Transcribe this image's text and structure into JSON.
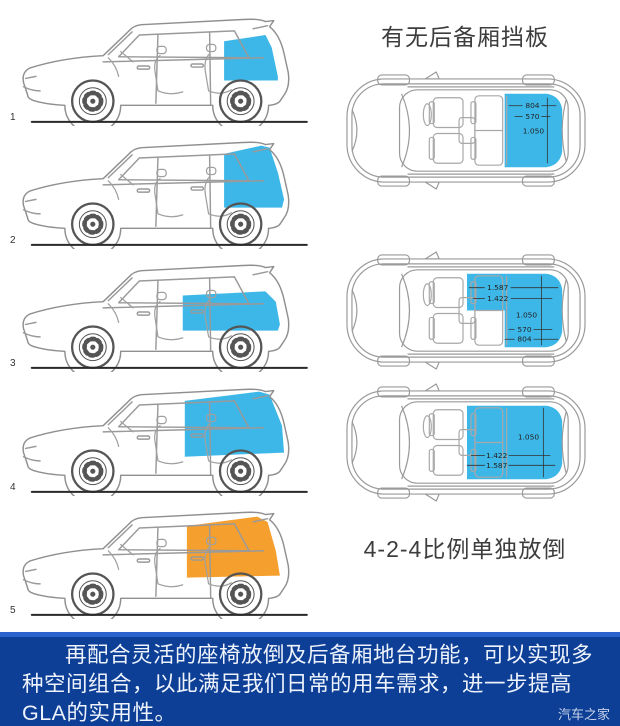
{
  "headings": {
    "top_right": "有无后备厢挡板",
    "bottom_right": "4-2-4比例单独放倒"
  },
  "colors": {
    "highlight_blue": "#3db7e8",
    "highlight_orange": "#f5a02e",
    "banner_bg": "#0d3f96",
    "banner_strip": "#2a63cc"
  },
  "side_views": [
    {
      "number": "1",
      "region": "trunk-upper-shelf",
      "color": "#3db7e8"
    },
    {
      "number": "2",
      "region": "trunk-full-height",
      "color": "#3db7e8"
    },
    {
      "number": "3",
      "region": "seats-folded-low",
      "color": "#3db7e8"
    },
    {
      "number": "4",
      "region": "seats-folded-full",
      "color": "#3db7e8"
    },
    {
      "number": "5",
      "region": "rear-cabin-cargo",
      "color": "#f5a02e"
    }
  ],
  "top_views": [
    {
      "region": "trunk",
      "labels": [
        "804",
        "570",
        "1.050"
      ]
    },
    {
      "region": "trunk-plus-folded-side",
      "labels": [
        "1.587",
        "1.422",
        "1.050",
        "570",
        "804"
      ]
    },
    {
      "region": "trunk-plus-folded-bench",
      "labels": [
        "1.050",
        "1.422",
        "1.587"
      ]
    }
  ],
  "banner": {
    "text": "再配合灵活的座椅放倒及后备厢地台功能，可以实现多种空间组合，以此满足我们日常的用车需求，进一步提高GLA的实用性。",
    "watermark": "汽车之家"
  }
}
